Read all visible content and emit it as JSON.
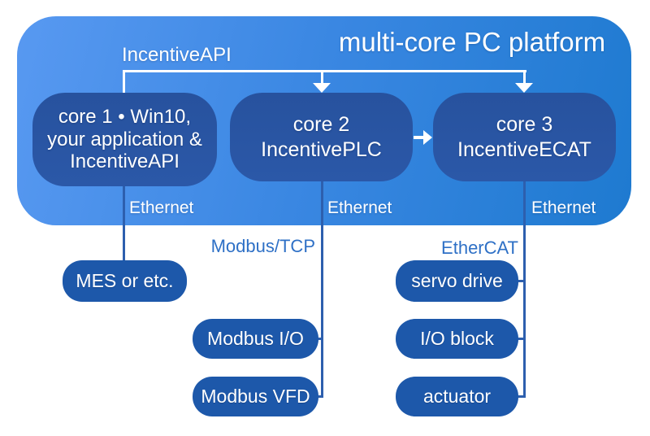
{
  "platform": {
    "title": "multi-core PC platform",
    "bus_label": "IncentiveAPI",
    "cores": [
      {
        "id": "core-1",
        "lines": [
          "core 1 • Win10,",
          "your application &",
          "IncentiveAPI"
        ]
      },
      {
        "id": "core-2",
        "lines": [
          "core 2",
          "IncentivePLC"
        ]
      },
      {
        "id": "core-3",
        "lines": [
          "core 3",
          "IncentiveECAT"
        ]
      }
    ],
    "ethernet_labels": [
      "Ethernet",
      "Ethernet",
      "Ethernet"
    ]
  },
  "branches": [
    {
      "protocol": "",
      "devices": [
        "MES or etc."
      ]
    },
    {
      "protocol": "Modbus/TCP",
      "devices": [
        "Modbus I/O",
        "Modbus VFD"
      ]
    },
    {
      "protocol": "EtherCAT",
      "devices": [
        "servo drive",
        "I/O block",
        "actuator"
      ]
    }
  ],
  "colors": {
    "platform_gradient_start": "#5899f1",
    "platform_gradient_end": "#1e7ad0",
    "core_box": "#27529e",
    "device_box": "#1d58aa",
    "connector_line": "#2d5fae",
    "protocol_text": "#2e70c6",
    "text_on_blue": "#ffffff"
  }
}
